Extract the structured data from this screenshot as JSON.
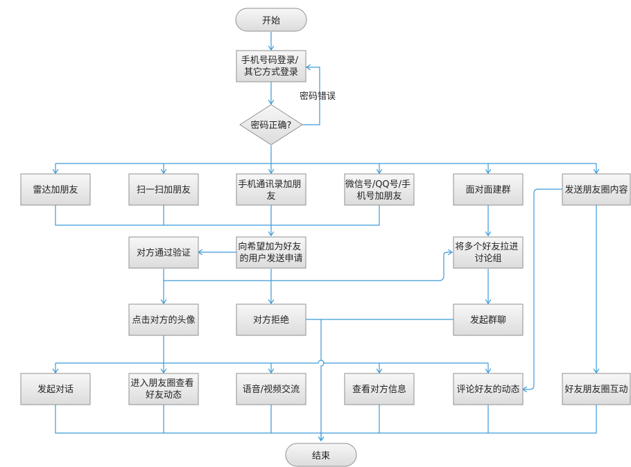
{
  "nodes": {
    "start": "开始",
    "login": [
      "手机号码登录/",
      "其它方式登录"
    ],
    "decision": "密码正确?",
    "radar": "雷达加朋友",
    "scan": "扫一扫加朋友",
    "contacts": [
      "手机通讯录加朋",
      "友"
    ],
    "wechat_id": [
      "微信号/QQ号/手",
      "机号加朋友"
    ],
    "face_group": "面对面建群",
    "moments_post": "发送朋友圈内容",
    "verify": "对方通过验证",
    "send_request": [
      "向希望加为好友",
      "的用户发送申请"
    ],
    "pull_group": [
      "将多个好友拉进",
      "讨论组"
    ],
    "click_avatar": "点击对方的头像",
    "rejected": "对方拒绝",
    "group_chat": "发起群聊",
    "start_chat": "发起对话",
    "view_moments": [
      "进入朋友圈查看",
      "好友动态"
    ],
    "voice_video": "语音/视频交流",
    "view_info": "查看对方信息",
    "comment": "评论好友的动态",
    "moments_interact": "好友朋友圈互动",
    "end": "结束"
  },
  "edge_labels": {
    "wrong_password": "密码错误"
  }
}
